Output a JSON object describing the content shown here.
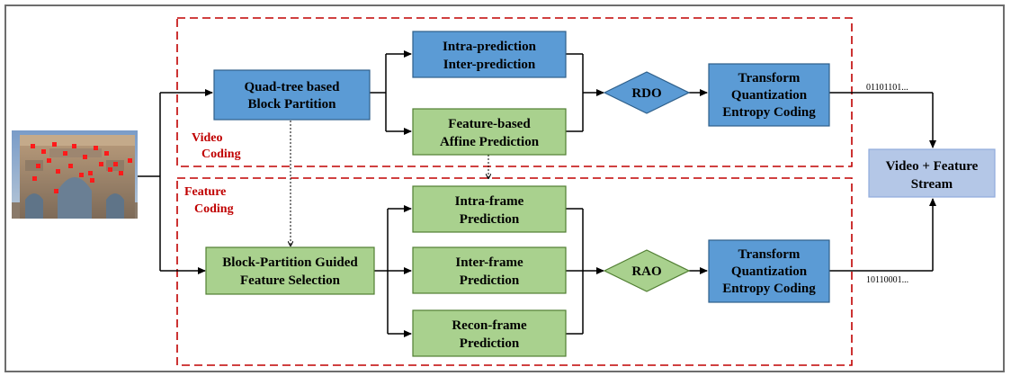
{
  "colors": {
    "blue_fill": "#5b9bd5",
    "blue_stroke": "#2e5f8a",
    "green_fill": "#a9d18e",
    "green_stroke": "#507e32",
    "region_red": "#c00000",
    "stream_fill": "#b4c7e7",
    "stream_stroke": "#8faadc",
    "frame": "#6d6d6d"
  },
  "image": {
    "icon": "arch-photo-with-feature-points"
  },
  "regions": {
    "video": {
      "label_line1": "Video",
      "label_line2": "Coding"
    },
    "feature": {
      "label_line1": "Feature",
      "label_line2": "Coding"
    }
  },
  "video_path": {
    "partition": {
      "line1": "Quad-tree based",
      "line2": "Block Partition"
    },
    "prediction": {
      "line1": "Intra-prediction",
      "line2": "Inter-prediction"
    },
    "affine": {
      "line1": "Feature-based",
      "line2": "Affine Prediction"
    },
    "decision": "RDO",
    "transform": {
      "line1": "Transform",
      "line2": "Quantization",
      "line3": "Entropy Coding"
    },
    "bits": "01101101..."
  },
  "feature_path": {
    "selection": {
      "line1": "Block-Partition Guided",
      "line2": "Feature Selection"
    },
    "intra": {
      "line1": "Intra-frame",
      "line2": "Prediction"
    },
    "inter": {
      "line1": "Inter-frame",
      "line2": "Prediction"
    },
    "recon": {
      "line1": "Recon-frame",
      "line2": "Prediction"
    },
    "decision": "RAO",
    "transform": {
      "line1": "Transform",
      "line2": "Quantization",
      "line3": "Entropy Coding"
    },
    "bits": "10110001..."
  },
  "output": {
    "line1": "Video + Feature",
    "line2": "Stream"
  }
}
